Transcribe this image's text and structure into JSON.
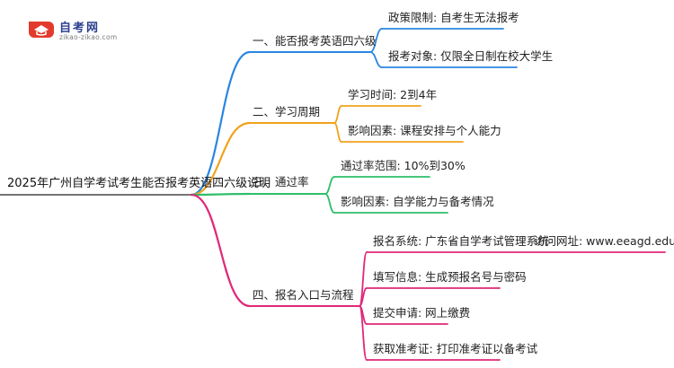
{
  "logo": {
    "name": "自考网",
    "url": "zikao-zikao.com"
  },
  "root": "2025年广州自学考试考生能否报考英语四六级说明",
  "branches": [
    {
      "label": "一、能否报考英语四六级",
      "color": "#2b86e0",
      "children": [
        "政策限制: 自考生无法报考",
        "报考对象: 仅限全日制在校大学生"
      ]
    },
    {
      "label": "二、学习周期",
      "color": "#f0a21c",
      "children": [
        "学习时间: 2到4年",
        "影响因素: 课程安排与个人能力"
      ]
    },
    {
      "label": "三、通过率",
      "color": "#2fbf6a",
      "children": [
        "通过率范围: 10%到30%",
        "影响因素: 自学能力与备考情况"
      ]
    },
    {
      "label": "四、报名入口与流程",
      "color": "#e0287a",
      "children": [
        "报名系统: 广东省自学考试管理系统",
        "填写信息: 生成预报名号与密码",
        "提交申请: 网上缴费",
        "获取准考证: 打印准考证以备考试"
      ],
      "extra": "访问网址: www.eeagd.edu.cn/selfec/"
    }
  ]
}
